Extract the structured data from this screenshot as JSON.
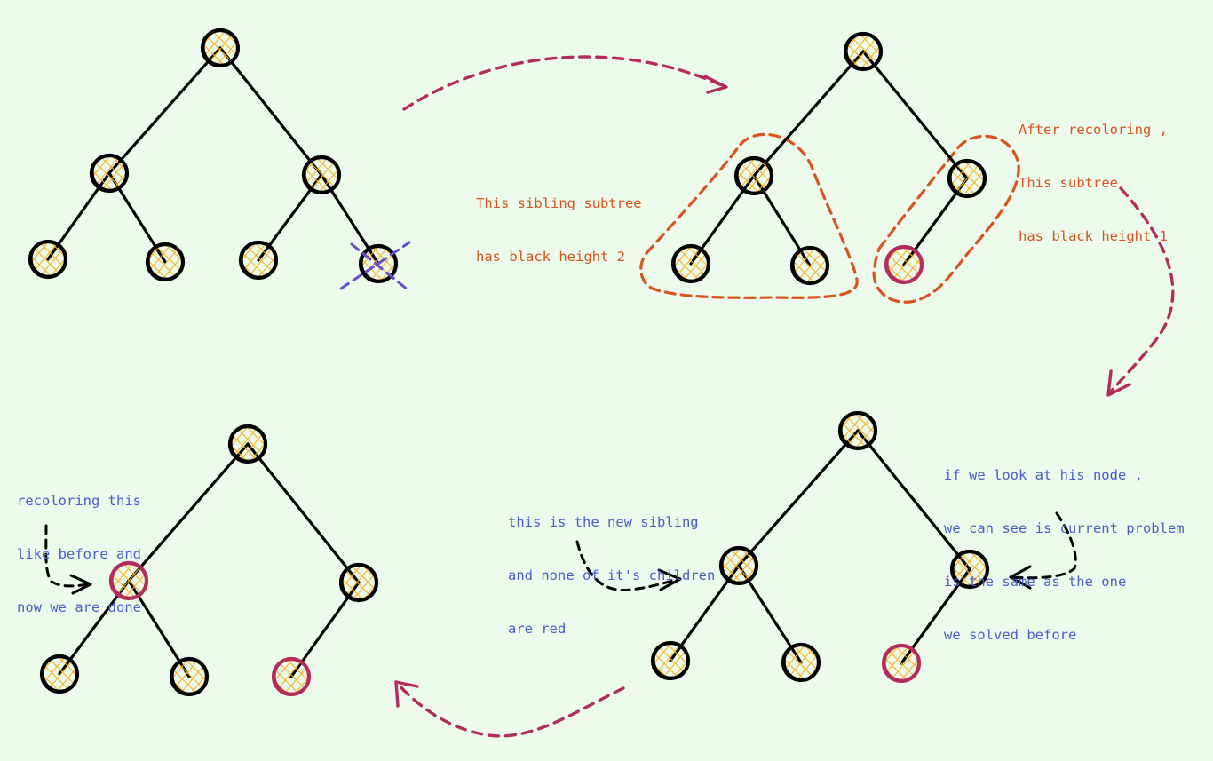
{
  "colors": {
    "background": "#ebfaeb",
    "node_fill": "#f7b21e",
    "black_node_outline": "#000000",
    "red_node_outline": "#b32c5c",
    "edge": "#000000",
    "transition_arrow": "#b32c5c",
    "annotation_orange": "#d9531e",
    "annotation_blue": "#4a5ccc",
    "delete_mark": "#6a4ccc",
    "pointer_arrow": "#000000"
  },
  "annotations": {
    "sibling_subtree": {
      "lines": [
        "This sibling subtree",
        "has black height 2"
      ]
    },
    "after_recoloring": {
      "lines": [
        "After recoloring ,",
        "This subtree",
        "has black height 1"
      ]
    },
    "new_sibling": {
      "lines": [
        "this is the new sibling",
        "and none of it's children",
        "are red"
      ]
    },
    "look_at_node": {
      "lines": [
        "if we look at his node ,",
        "we can see is current problem",
        "is the same as the one",
        "we solved before"
      ]
    },
    "recolor_done": {
      "lines": [
        "recoloring this",
        "like before and",
        "now we are done"
      ]
    }
  },
  "trees": [
    {
      "id": "tree-initial",
      "nodes": [
        {
          "id": "root",
          "color": "black"
        },
        {
          "id": "left",
          "color": "black"
        },
        {
          "id": "right",
          "color": "black"
        },
        {
          "id": "left-left",
          "color": "black"
        },
        {
          "id": "left-right",
          "color": "black"
        },
        {
          "id": "right-left",
          "color": "black"
        },
        {
          "id": "right-right",
          "color": "black",
          "deleted": true
        }
      ]
    },
    {
      "id": "tree-after-recolor",
      "nodes": [
        {
          "id": "root",
          "color": "black"
        },
        {
          "id": "left",
          "color": "black"
        },
        {
          "id": "right",
          "color": "black"
        },
        {
          "id": "left-left",
          "color": "black"
        },
        {
          "id": "left-right",
          "color": "black"
        },
        {
          "id": "right-left",
          "color": "red"
        }
      ]
    },
    {
      "id": "tree-new-sibling",
      "nodes": [
        {
          "id": "root",
          "color": "black"
        },
        {
          "id": "left",
          "color": "black"
        },
        {
          "id": "right",
          "color": "black"
        },
        {
          "id": "left-left",
          "color": "black"
        },
        {
          "id": "left-right",
          "color": "black"
        },
        {
          "id": "right-left",
          "color": "red"
        }
      ]
    },
    {
      "id": "tree-final",
      "nodes": [
        {
          "id": "root",
          "color": "black"
        },
        {
          "id": "left",
          "color": "red"
        },
        {
          "id": "right",
          "color": "black"
        },
        {
          "id": "left-left",
          "color": "black"
        },
        {
          "id": "left-right",
          "color": "black"
        },
        {
          "id": "right-left",
          "color": "red"
        }
      ]
    }
  ]
}
